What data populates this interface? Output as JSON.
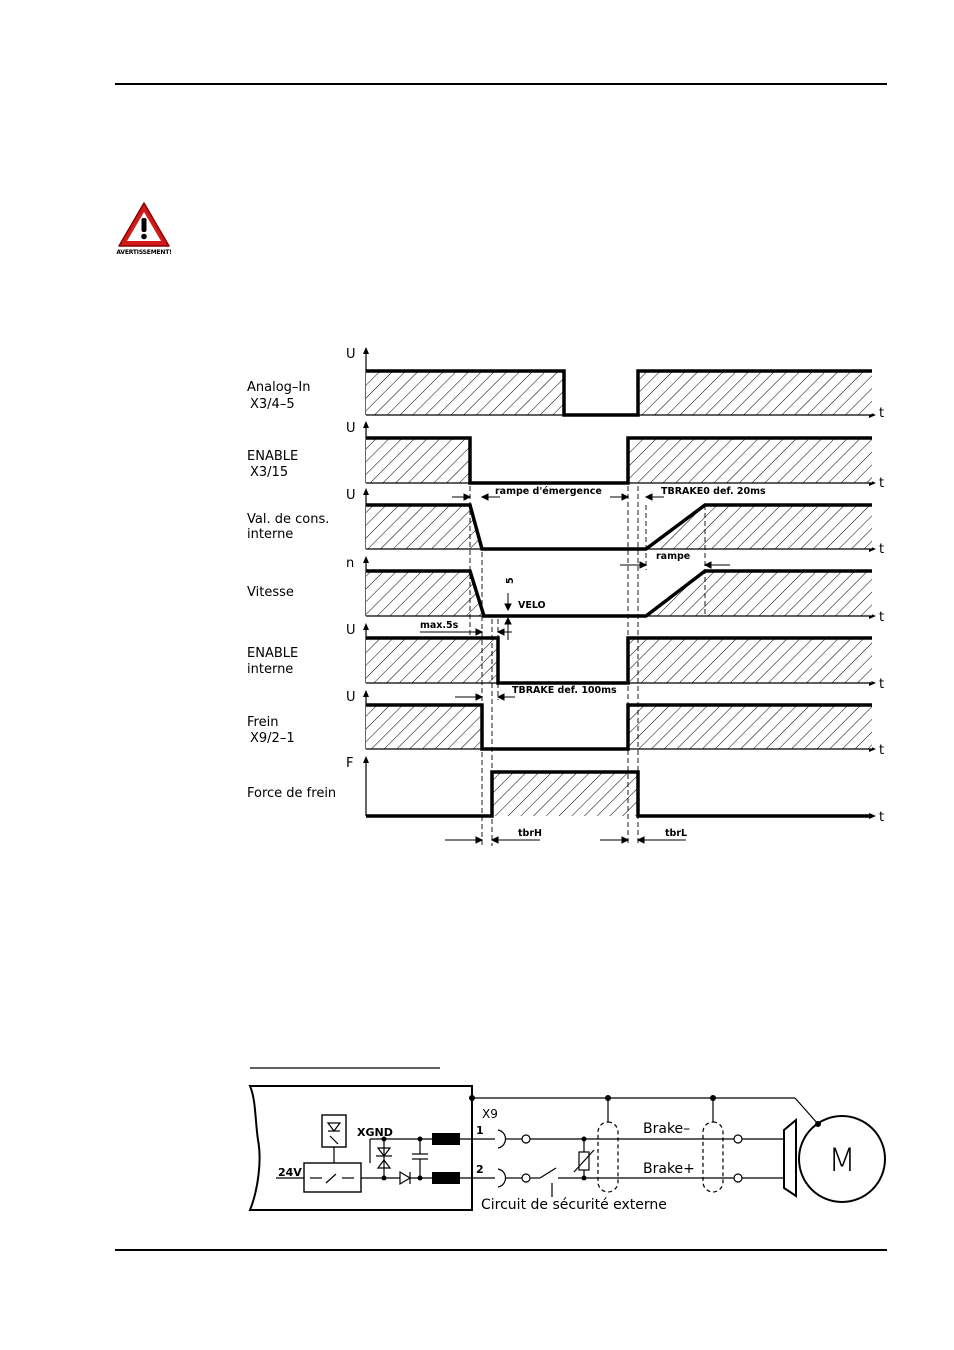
{
  "warning": {
    "label": "AVERTISSEMENT!"
  },
  "timing": {
    "signals": [
      {
        "label1": "Analog–In",
        "label2": "X3/4–5",
        "axis": "U"
      },
      {
        "label1": "ENABLE",
        "label2": "X3/15",
        "axis": "U"
      },
      {
        "label1": "Val. de cons.",
        "label2": "interne",
        "axis": "U"
      },
      {
        "label1": "Vitesse",
        "label2": "",
        "axis": "n"
      },
      {
        "label1": "ENABLE",
        "label2": "interne",
        "axis": "U"
      },
      {
        "label1": "Frein",
        "label2": "X9/2–1",
        "axis": "U"
      },
      {
        "label1": "Force de frein",
        "label2": "",
        "axis": "F"
      }
    ],
    "time_label": "t",
    "annotations": {
      "rampe_emergence": "rampe d'émergence",
      "tbrake0": "TBRAKE0 def. 20ms",
      "rampe": "rampe",
      "five": "5",
      "velo": "VELO",
      "max5s": "max.5s",
      "tbrake": "TBRAKE def. 100ms",
      "tbrh": "tbrH",
      "tbrl": "tbrL"
    }
  },
  "circuit": {
    "xgnd": "XGND",
    "v24": "24V",
    "x9": "X9",
    "pin1": "1",
    "pin2": "2",
    "brake_minus": "Brake–",
    "brake_plus": "Brake+",
    "motor": "M",
    "safety": "Circuit de sécurité externe"
  }
}
